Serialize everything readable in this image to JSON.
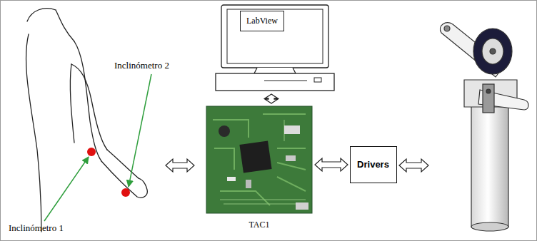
{
  "diagram": {
    "nodes": [
      {
        "text": [
          "LabView"
        ]
      },
      {
        "text": [
          "TAC1"
        ]
      },
      {
        "text": [
          "Drivers"
        ]
      }
    ],
    "edges": [
      {
        "from": 0,
        "to": 1,
        "arrow": "both"
      },
      {
        "from": 1,
        "to": 2,
        "arrow": "both"
      }
    ],
    "labels": [
      "Inclinómetro 2",
      "Inclinómetro 1"
    ]
  }
}
